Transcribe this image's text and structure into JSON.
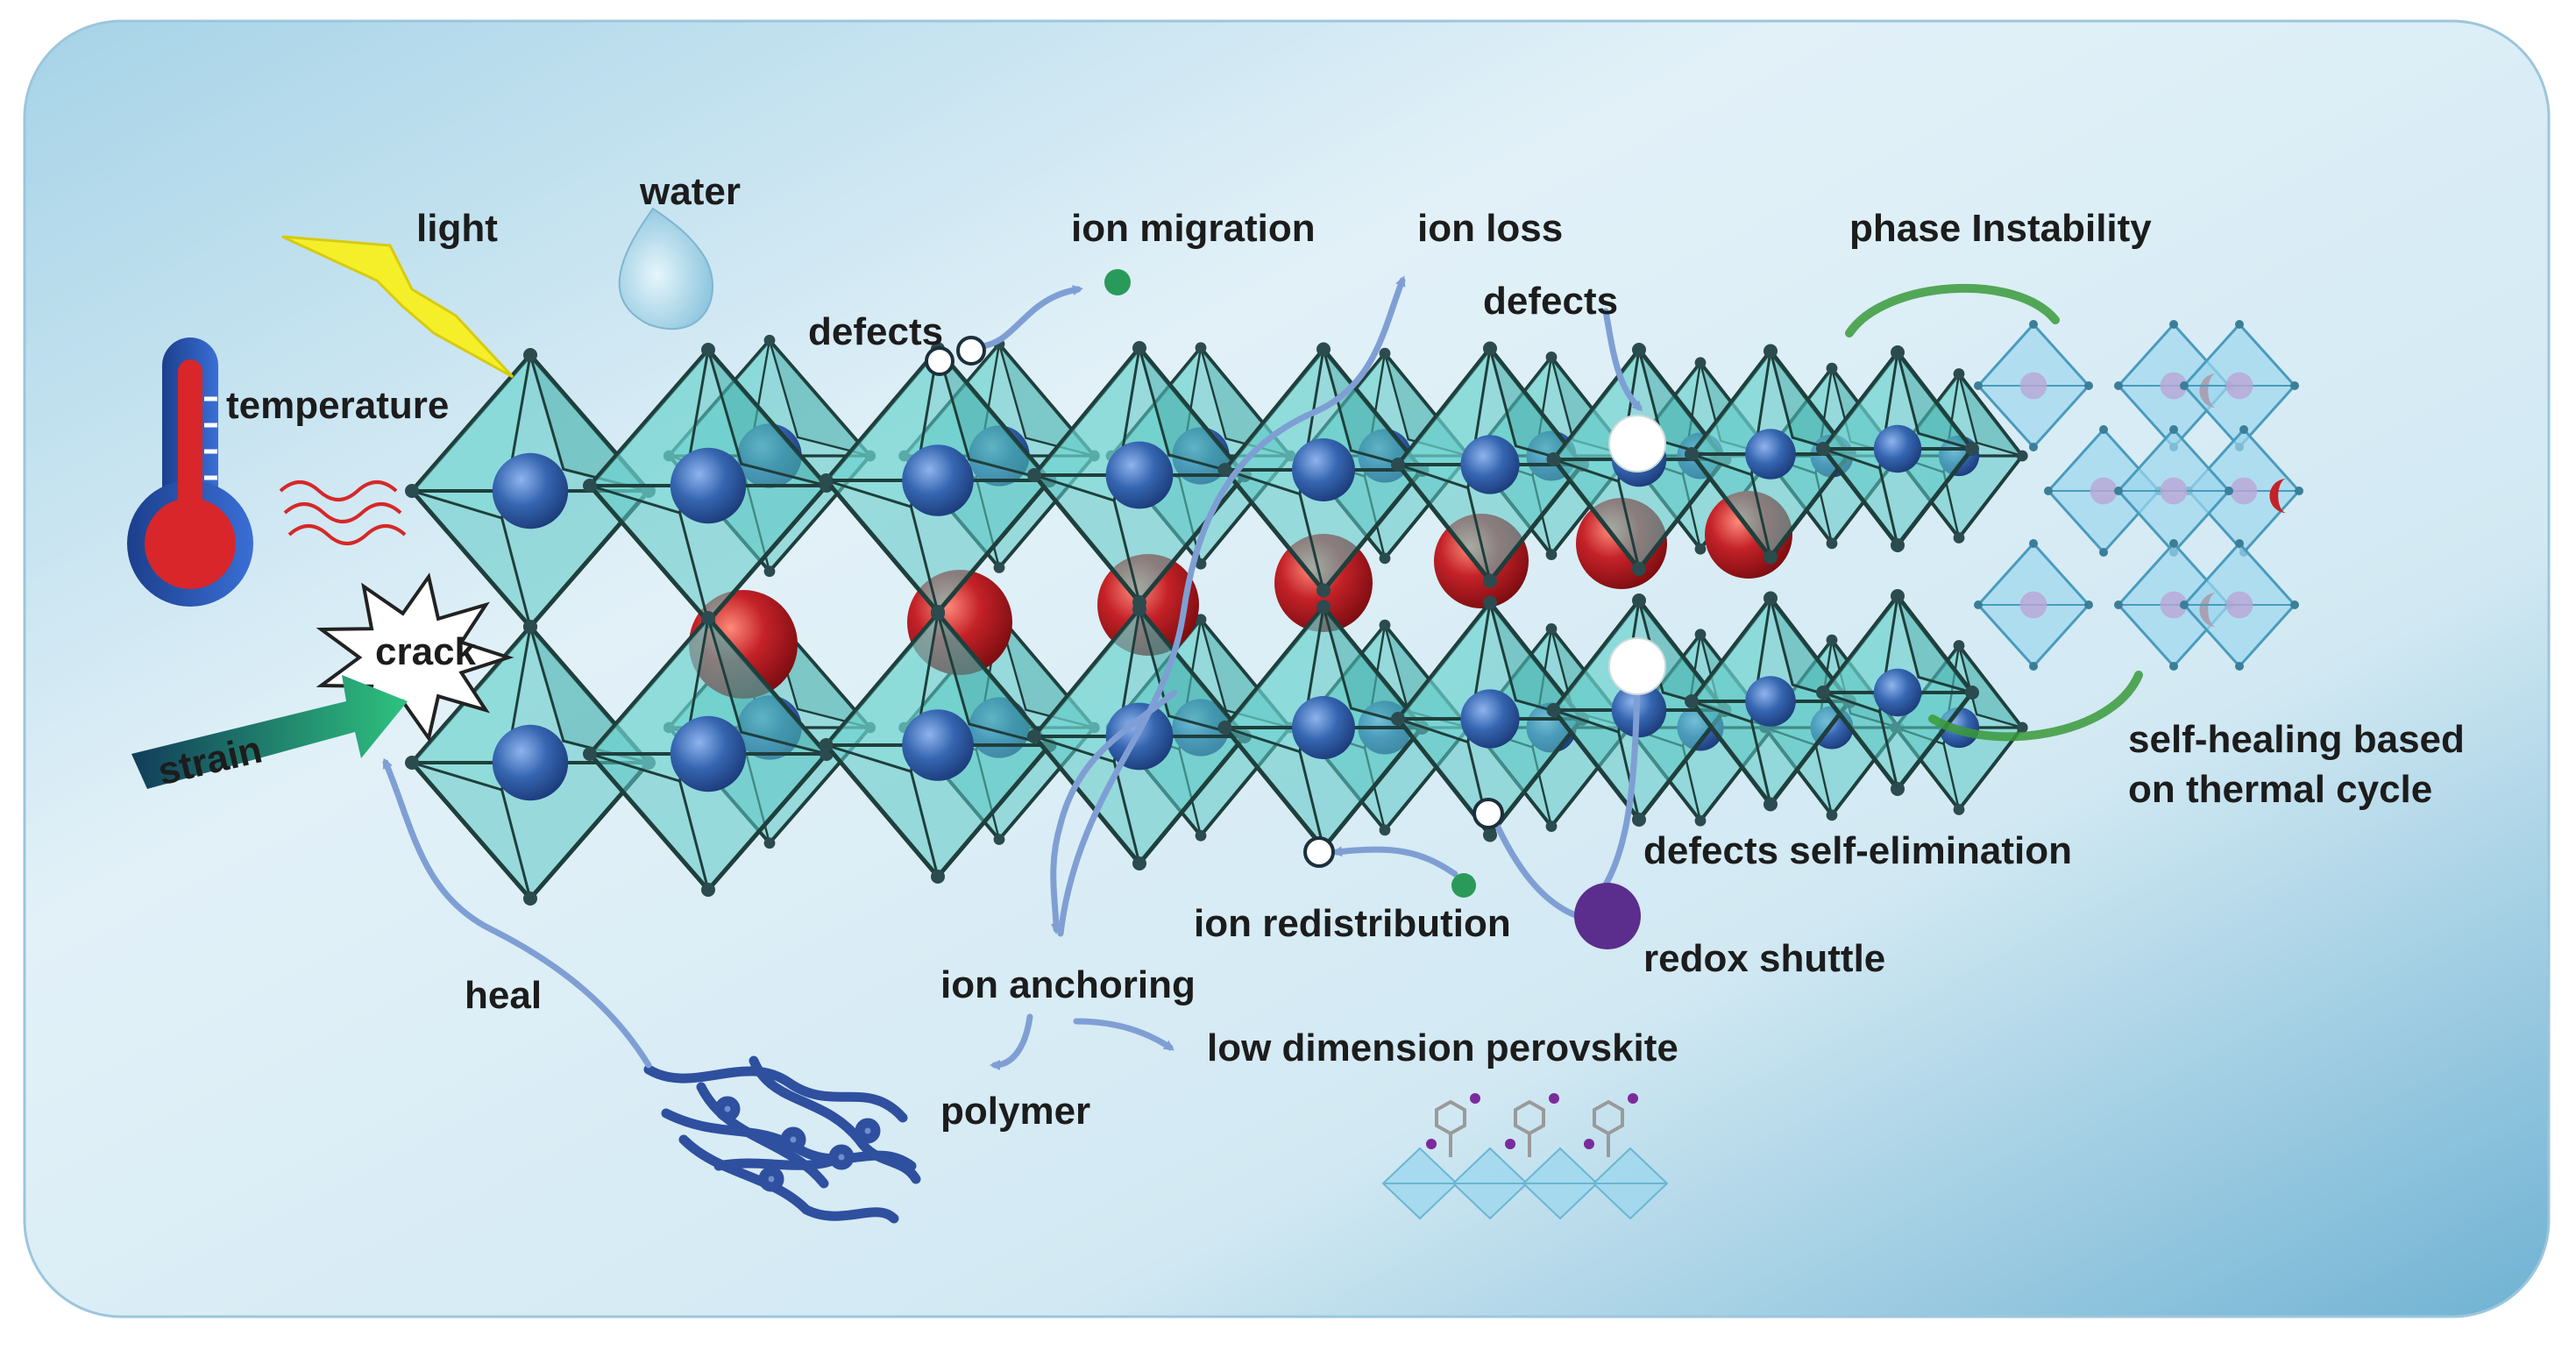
{
  "labels": {
    "light": "light",
    "water": "water",
    "temperature": "temperature",
    "strain": "strain",
    "crack": "crack",
    "heal": "heal",
    "defects_left": "defects",
    "ion_migration": "ion migration",
    "ion_loss": "ion loss",
    "defects_right": "defects",
    "phase_instability": "phase Instability",
    "self_healing_line1": "self-healing based",
    "self_healing_line2": "on thermal cycle",
    "defects_self_elimination": "defects self-elimination",
    "ion_redistribution": "ion redistribution",
    "redox_shuttle": "redox shuttle",
    "ion_anchoring": "ion anchoring",
    "low_dimension_perovskite": "low dimension perovskite",
    "polymer": "polymer"
  },
  "colors": {
    "octahedron_fill": "#5cc8c4",
    "octahedron_edge": "#1f3f3c",
    "b_site_sphere": "#3565b0",
    "a_site_sphere": "#c42228",
    "arrow": "#7f9fd4",
    "ion_green": "#2a9a5a",
    "redox_purple": "#5b2d8c",
    "strain_start": "#123d5a",
    "strain_end": "#2ec27e",
    "thermal_red": "#d62828",
    "lightning_yellow": "#f5ef2a",
    "polymer_blue": "#2f4f9f",
    "background_top": "#a9d4e8",
    "background_bottom": "#dff0f7"
  },
  "icons": [
    "lightning-icon",
    "water-drop-icon",
    "thermometer-icon",
    "heat-wave-icon",
    "crack-icon",
    "strain-arrow-icon",
    "polymer-icon",
    "low-dimension-perovskite-icon",
    "phase-octahedra-icon"
  ]
}
